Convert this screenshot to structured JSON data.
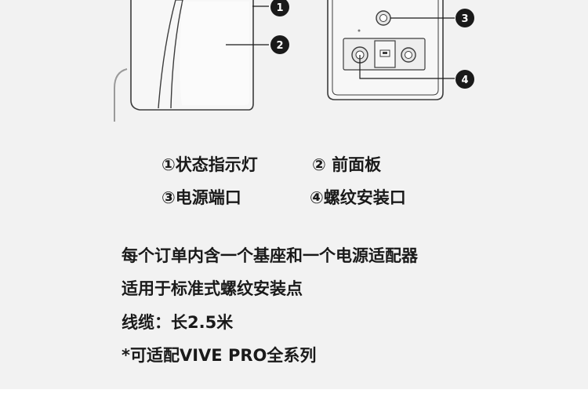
{
  "callouts": [
    {
      "number": "1"
    },
    {
      "number": "2"
    },
    {
      "number": "3"
    },
    {
      "number": "4"
    }
  ],
  "legend": [
    "①状态指示灯",
    "② 前面板",
    "③电源端口",
    "④螺纹安装口"
  ],
  "info_lines": [
    "每个订单内含一个基座和一个电源适配器",
    "适用于标准式螺纹安装点",
    "线缆：长2.5米",
    "*可适配VIVE PRO全系列"
  ]
}
